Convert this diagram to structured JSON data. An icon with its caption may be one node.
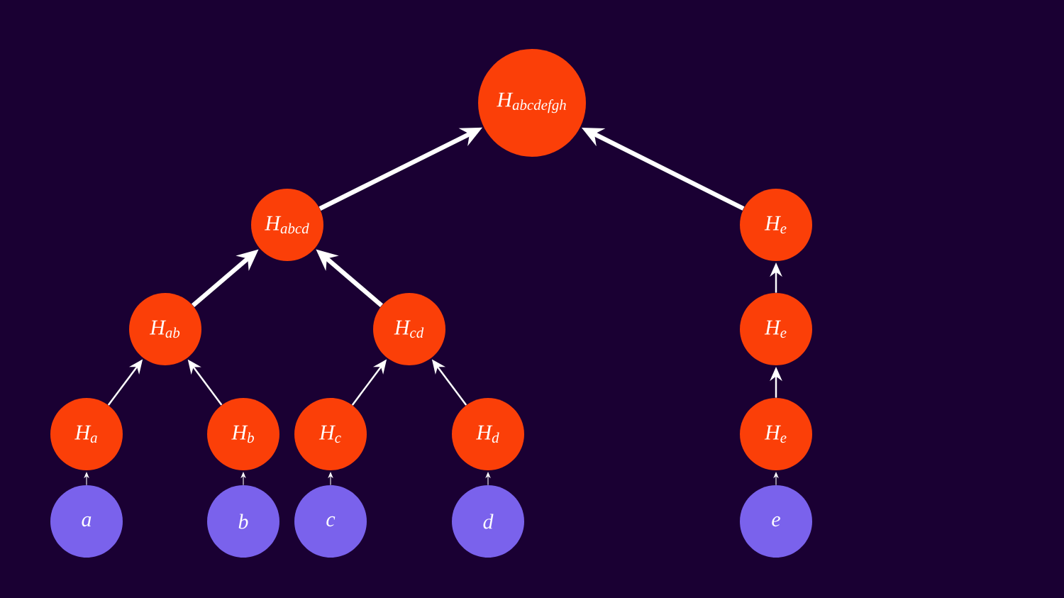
{
  "diagram": {
    "nodes": [
      {
        "text": [
          "H$_{abcdefgh}$"
        ]
      },
      {
        "text": [
          "H$_{abcd}$"
        ]
      },
      {
        "text": [
          "H$_{e}$"
        ]
      },
      {
        "text": [
          "H$_{ab}$"
        ]
      },
      {
        "text": [
          "H$_{cd}$"
        ]
      },
      {
        "text": [
          "H$_{e}$"
        ]
      },
      {
        "text": [
          "H$_{a}$"
        ]
      },
      {
        "text": [
          "H$_{b}$"
        ]
      },
      {
        "text": [
          "H$_{c}$"
        ]
      },
      {
        "text": [
          "H$_{d}$"
        ]
      },
      {
        "text": [
          "H$_{e}$"
        ]
      },
      {
        "text": [
          "a"
        ]
      },
      {
        "text": [
          "b"
        ]
      },
      {
        "text": [
          "c"
        ]
      },
      {
        "text": [
          "d"
        ]
      },
      {
        "text": [
          "e"
        ]
      }
    ],
    "edges": [
      {
        "from": 1,
        "to": 0,
        "arrow": "to",
        "style": "thick"
      },
      {
        "from": 2,
        "to": 0,
        "arrow": "to",
        "style": "thick"
      },
      {
        "from": 3,
        "to": 1,
        "arrow": "to",
        "style": "thick"
      },
      {
        "from": 4,
        "to": 1,
        "arrow": "to",
        "style": "thick"
      },
      {
        "from": 6,
        "to": 3,
        "arrow": "to"
      },
      {
        "from": 7,
        "to": 3,
        "arrow": "to"
      },
      {
        "from": 8,
        "to": 4,
        "arrow": "to"
      },
      {
        "from": 9,
        "to": 4,
        "arrow": "to"
      },
      {
        "from": 5,
        "to": 2,
        "arrow": "to"
      },
      {
        "from": 10,
        "to": 5,
        "arrow": "to"
      },
      {
        "from": 11,
        "to": 6,
        "arrow": "to"
      },
      {
        "from": 12,
        "to": 7,
        "arrow": "to"
      },
      {
        "from": 13,
        "to": 8,
        "arrow": "to"
      },
      {
        "from": 14,
        "to": 9,
        "arrow": "to"
      },
      {
        "from": 15,
        "to": 10,
        "arrow": "to"
      }
    ]
  }
}
